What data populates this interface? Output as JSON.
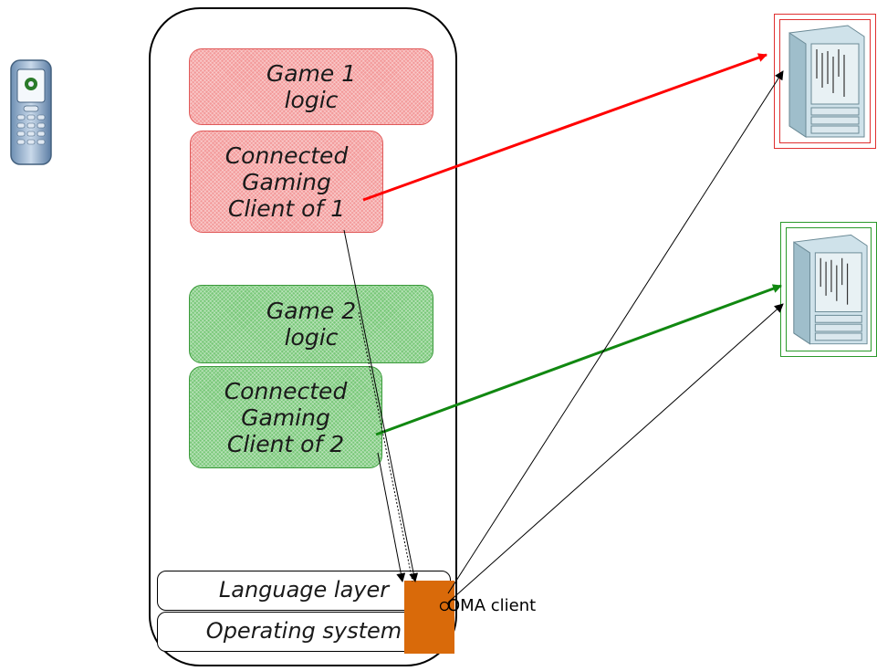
{
  "boxes": {
    "game1_logic": {
      "line1": "Game 1",
      "line2": "logic"
    },
    "client1": {
      "line1": "Connected",
      "line2": "Gaming",
      "line3": "Client of 1"
    },
    "game2_logic": {
      "line1": "Game 2",
      "line2": "logic"
    },
    "client2": {
      "line1": "Connected",
      "line2": "Gaming",
      "line3": "Client of 2"
    }
  },
  "layers": {
    "language_layer": "Language layer",
    "operating_system": "Operating system"
  },
  "oma": {
    "label": "OMA client"
  },
  "colors": {
    "red_box": "#f39a9a",
    "green_box": "#79c879",
    "red_arrow": "#ff0000",
    "green_arrow": "#118811",
    "oma_block": "#d96a0a"
  }
}
